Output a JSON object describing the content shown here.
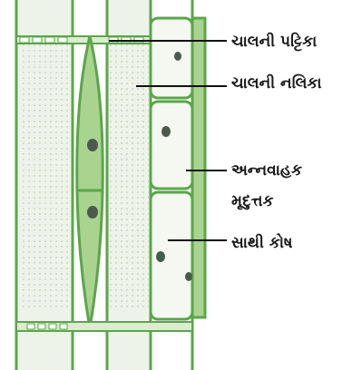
{
  "labels": {
    "sieve_plate": "ચાલની પટ્ટિકા",
    "sieve_tube": "ચાલની નલિકા",
    "phloem_parenchyma_line1": "અન્નવાહક",
    "phloem_parenchyma_line2": "મૃદુત્તક",
    "companion_cell": "સાથી કોષ"
  },
  "colors": {
    "cell_wall": "#5aa64a",
    "cell_fill": "#a9d38f",
    "tube_fill": "#f2f7ee",
    "nucleus": "#4a5a4c",
    "text": "#1a1a1a"
  }
}
